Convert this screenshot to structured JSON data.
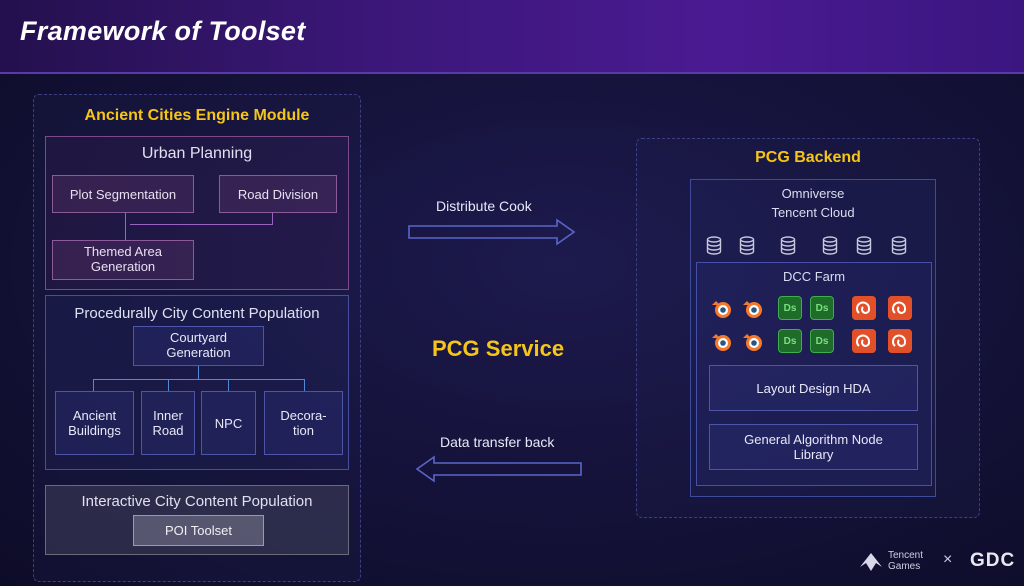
{
  "header": {
    "title": "Framework of Toolset"
  },
  "left_module": {
    "title": "Ancient Cities Engine Module",
    "urban": {
      "title": "Urban Planning",
      "plot": "Plot Segmentation",
      "road": "Road Division",
      "themed": [
        "Themed Area",
        "Generation"
      ]
    },
    "procedural": {
      "title": "Procedurally City Content Population",
      "courtyard": [
        "Courtyard",
        "Generation"
      ],
      "items": [
        [
          "Ancient",
          "Buildings"
        ],
        [
          "Inner",
          "Road"
        ],
        [
          "NPC"
        ],
        [
          "Decora-",
          "tion"
        ]
      ]
    },
    "interactive": {
      "title": "Interactive City Content Population",
      "poi": "POI Toolset"
    }
  },
  "middle": {
    "distribute": "Distribute Cook",
    "service": "PCG Service",
    "transfer": "Data transfer back"
  },
  "backend": {
    "title": "PCG Backend",
    "cloud": [
      "Omniverse",
      "Tencent Cloud"
    ],
    "dcc": "DCC Farm",
    "ds_label": "Ds",
    "layout_hda": "Layout Design HDA",
    "library": [
      "General Algorithm Node",
      "Library"
    ]
  },
  "footer": {
    "tencent": [
      "Tencent",
      "Games"
    ],
    "times": "×",
    "gdc": "GDC"
  },
  "colors": {
    "accent_gold": "#f5c518",
    "header_purple": "#3a1777",
    "houdini_orange": "#e2502a",
    "ds_green": "#3cb04a"
  }
}
